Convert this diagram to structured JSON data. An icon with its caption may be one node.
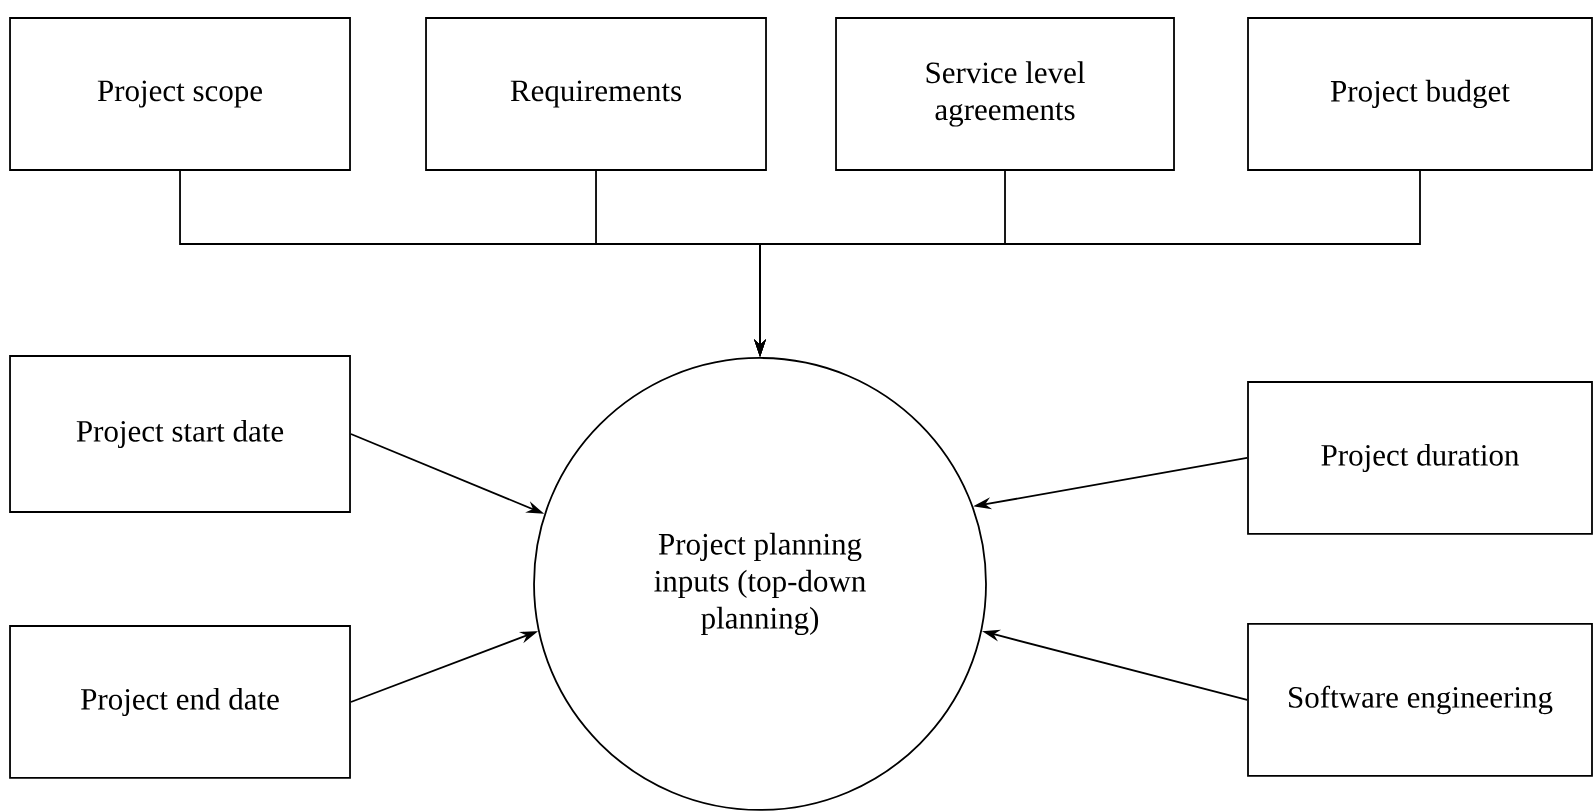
{
  "diagram": {
    "nodes": [
      {
        "text": [
          "Project scope"
        ]
      },
      {
        "text": [
          "Requirements"
        ]
      },
      {
        "text": [
          "Service level agreements"
        ]
      },
      {
        "text": [
          "Project budget"
        ]
      },
      {
        "text": [
          "Project start date"
        ]
      },
      {
        "text": [
          "Project duration"
        ]
      },
      {
        "text": [
          "Project end date"
        ]
      },
      {
        "text": [
          "Software engineering"
        ]
      },
      {
        "text": [
          "Project planning inputs (top-down planning)"
        ]
      }
    ],
    "edges": [
      {
        "from": 0,
        "to": 8,
        "arrow": "to"
      },
      {
        "from": 1,
        "to": 8,
        "arrow": "to"
      },
      {
        "from": 2,
        "to": 8,
        "arrow": "to"
      },
      {
        "from": 3,
        "to": 8,
        "arrow": "to"
      },
      {
        "from": 4,
        "to": 8,
        "arrow": "to"
      },
      {
        "from": 5,
        "to": 8,
        "arrow": "to"
      },
      {
        "from": 6,
        "to": 8,
        "arrow": "to"
      },
      {
        "from": 7,
        "to": 8,
        "arrow": "to"
      }
    ]
  }
}
